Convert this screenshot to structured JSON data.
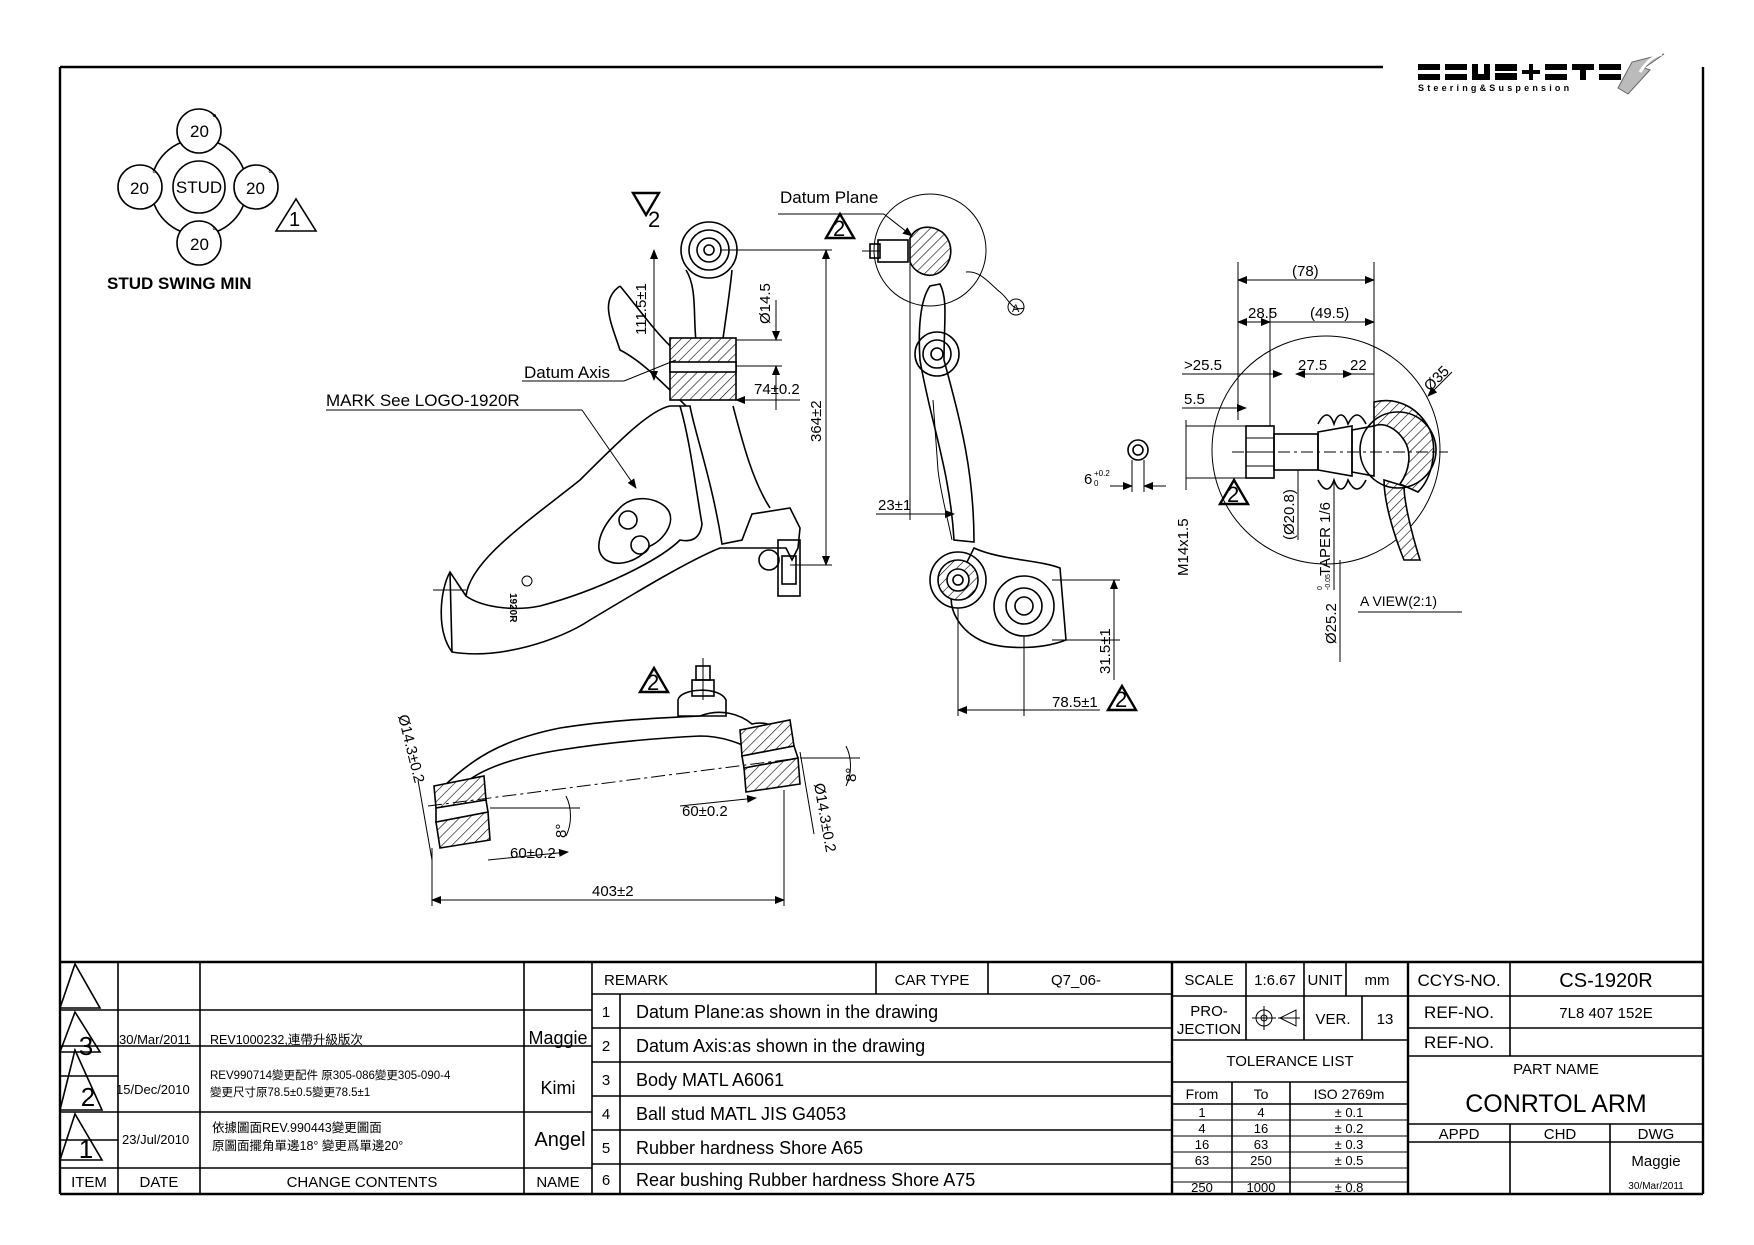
{
  "logo": {
    "brand": "CCYS+CTC",
    "tagline": "Steering&Suspension"
  },
  "swing": {
    "top": "20",
    "left": "20",
    "right": "20",
    "bottom": "20",
    "center": "STUD",
    "degree": "°",
    "caption": "STUD SWING MIN",
    "rev": "1"
  },
  "labels": {
    "datum_plane": "Datum Plane",
    "datum_axis": "Datum Axis",
    "mark": "MARK See LOGO-1920R",
    "a_view": "A VIEW(2:1)",
    "circle_a": "A",
    "logo_mark": "1920R",
    "rev2": "2"
  },
  "dims": {
    "d111": "111.5±1",
    "d14_5": "Ø14.5",
    "d74": "74±0.2",
    "d364": "364±2",
    "d23": "23±1",
    "d31": "31.5±1",
    "d78_5": "78.5±1",
    "d6": "6",
    "d78": "(78)",
    "d28": "28.5",
    "d49": "(49.5)",
    "d25": ">25.5",
    "d27": "27.5",
    "d22": "22",
    "d5": "5.5",
    "d35": "Ø35",
    "d20_8": "(Ø20.8)",
    "taper": "TAPER 1/6",
    "m14": "M14x1.5",
    "d25_2": "Ø25.2",
    "d14_3a": "Ø14.3±0.2",
    "d14_3b": "Ø14.3±0.2",
    "d8a": "8°",
    "d8b": "8°",
    "d60a": "60±0.2",
    "d60b": "60±0.2",
    "d403": "403±2",
    "tol_6_up": "+0.2",
    "tol_6_lo": "0",
    "tol_25_up": "0",
    "tol_25_lo": "-0.05"
  },
  "revisions": {
    "header": {
      "item": "ITEM",
      "date": "DATE",
      "contents": "CHANGE CONTENTS",
      "name": "NAME"
    },
    "rows": [
      {
        "item": "3",
        "date": "30/Mar/2011",
        "contents": [
          "REV1000232,連帶升級版次"
        ],
        "name": "Maggie"
      },
      {
        "item": "2",
        "date": "15/Dec/2010",
        "contents": [
          "REV990714變更配件 原305-086變更305-090-4",
          "變更尺寸原78.5±0.5變更78.5±1"
        ],
        "name": "Kimi"
      },
      {
        "item": "1",
        "date": "23/Jul/2010",
        "contents": [
          "依據圖面REV.990443變更圖面",
          "原圖面擺角單邊18° 變更爲單邊20°"
        ],
        "name": "Angel"
      }
    ]
  },
  "remarks": {
    "header": "REMARK",
    "car_type_label": "CAR TYPE",
    "car_type": "Q7_06-",
    "items": [
      {
        "no": "1",
        "text": "Datum Plane:as shown in the drawing"
      },
      {
        "no": "2",
        "text": "Datum Axis:as shown in the drawing"
      },
      {
        "no": "3",
        "text": "Body MATL A6061"
      },
      {
        "no": "4",
        "text": "Ball stud MATL JIS G4053"
      },
      {
        "no": "5",
        "text": "Rubber hardness Shore A65"
      },
      {
        "no": "6",
        "text": "Rear bushing Rubber hardness Shore A75"
      }
    ]
  },
  "spec": {
    "scale_label": "SCALE",
    "scale": "1:6.67",
    "unit_label": "UNIT",
    "unit": "mm",
    "projection_1": "PRO-",
    "projection_2": "JECTION",
    "ver_label": "VER.",
    "ver": "13",
    "tolerance_title": "TOLERANCE LIST",
    "tol_header": {
      "from": "From",
      "to": "To",
      "iso": "ISO 2769m"
    },
    "tol_rows": [
      {
        "from": "1",
        "to": "4",
        "tol": "± 0.1"
      },
      {
        "from": "4",
        "to": "16",
        "tol": "± 0.2"
      },
      {
        "from": "16",
        "to": "63",
        "tol": "± 0.3"
      },
      {
        "from": "63",
        "to": "250",
        "tol": "± 0.5"
      },
      {
        "from": "250",
        "to": "1000",
        "tol": "± 0.8"
      }
    ]
  },
  "part": {
    "ccys_label": "CCYS-NO.",
    "ccys_no": "CS-1920R",
    "ref_label_1": "REF-NO.",
    "ref_no_1": "7L8 407 152E",
    "ref_label_2": "REF-NO.",
    "ref_no_2": "",
    "part_name_label": "PART NAME",
    "part_name": "CONRTOL ARM",
    "appd_label": "APPD",
    "chd_label": "CHD",
    "dwg_label": "DWG",
    "dwg_name": "Maggie",
    "dwg_date": "30/Mar/2011"
  }
}
